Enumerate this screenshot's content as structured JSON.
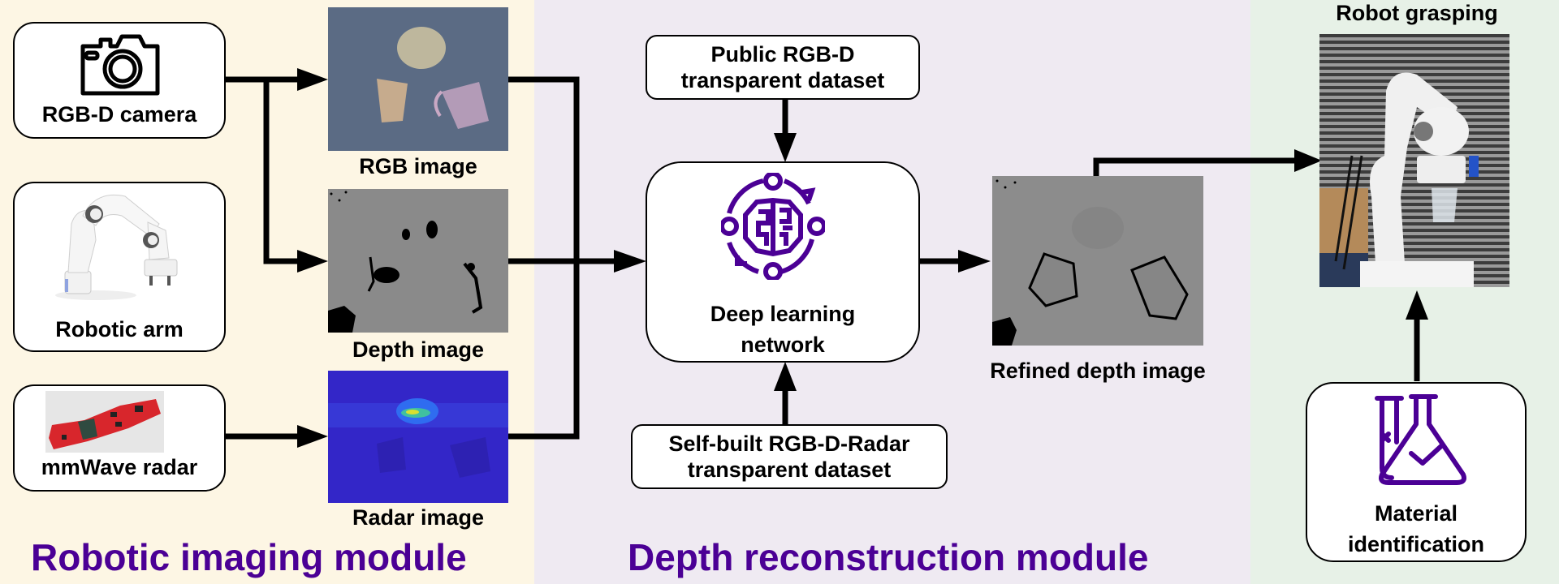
{
  "colors": {
    "accent_purple": "#4b0095",
    "panel_imaging": "#fdf6e4",
    "panel_reconstruction": "#efeaf2",
    "panel_grasping": "#e7f1e7"
  },
  "imaging_module": {
    "title": "Robotic imaging module",
    "sensors": [
      {
        "label": "RGB-D camera",
        "icon": "camera-icon"
      },
      {
        "label": "Robotic arm",
        "icon": "robotic-arm-image"
      },
      {
        "label": "mmWave radar",
        "icon": "radar-board-image"
      }
    ],
    "outputs": [
      {
        "label": "RGB image"
      },
      {
        "label": "Depth image"
      },
      {
        "label": "Radar image"
      }
    ]
  },
  "reconstruction_module": {
    "title": "Depth reconstruction module",
    "public_dataset": {
      "line1": "Public RGB-D",
      "line2": "transparent dataset"
    },
    "network": {
      "line1": "Deep learning",
      "line2": "network",
      "icon": "brain-network-icon"
    },
    "self_built_dataset": {
      "line1": "Self-built RGB-D-Radar",
      "line2": "transparent dataset"
    },
    "output": {
      "label": "Refined depth image"
    }
  },
  "grasping_module": {
    "robot_grasping": {
      "label": "Robot grasping"
    },
    "material_identification": {
      "line1": "Material",
      "line2": "identification",
      "icon": "flask-test-tube-icon"
    }
  }
}
